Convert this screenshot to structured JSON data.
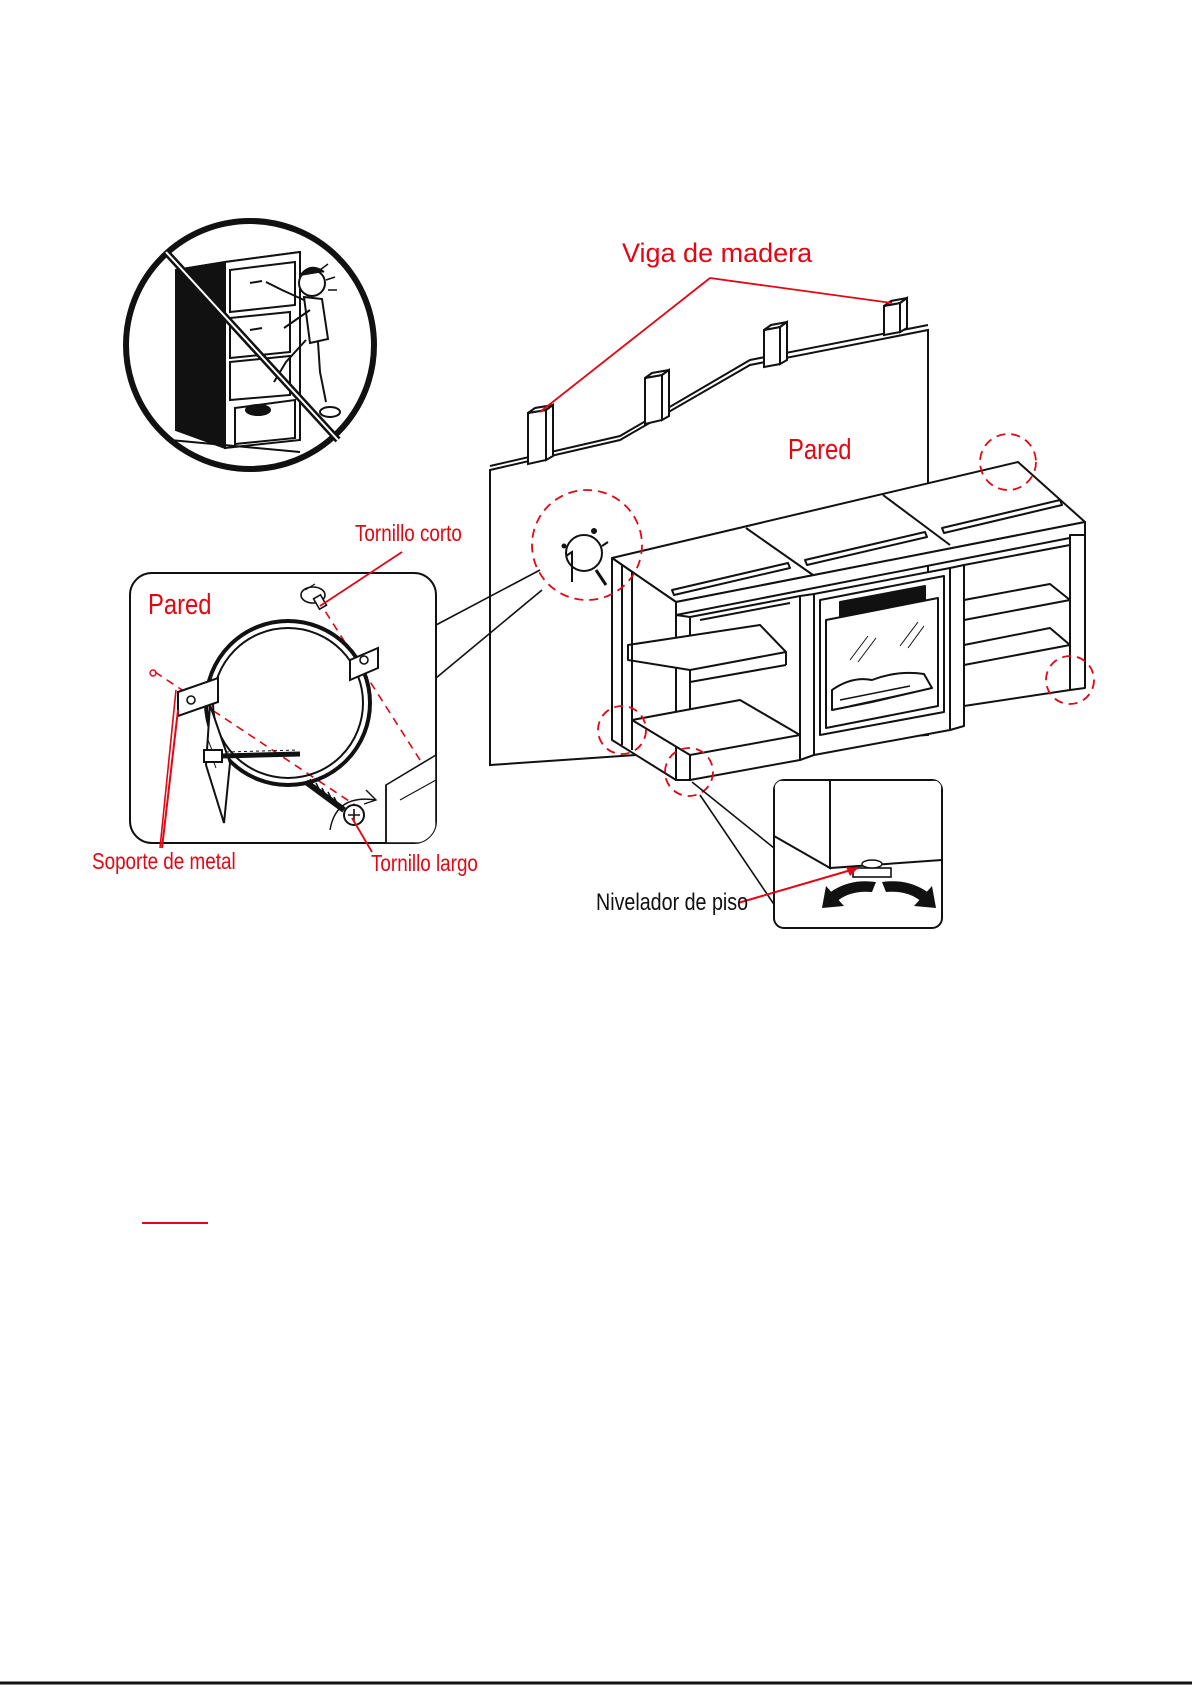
{
  "labels": {
    "beam": "Viga de madera",
    "wall_main": "Pared",
    "wall_detail": "Pared",
    "short_screw": "Tornillo corto",
    "long_screw": "Tornillo largo",
    "metal_bracket": "Soporte de metal",
    "floor_leveler": "Nivelador de piso"
  },
  "icons": {
    "warning": "no-climbing-icon",
    "fireplace": "fireplace-icon",
    "rotate": "rotate-arrows-icon"
  },
  "colors": {
    "accent": "#e30613",
    "line": "#111111",
    "background": "#ffffff"
  }
}
